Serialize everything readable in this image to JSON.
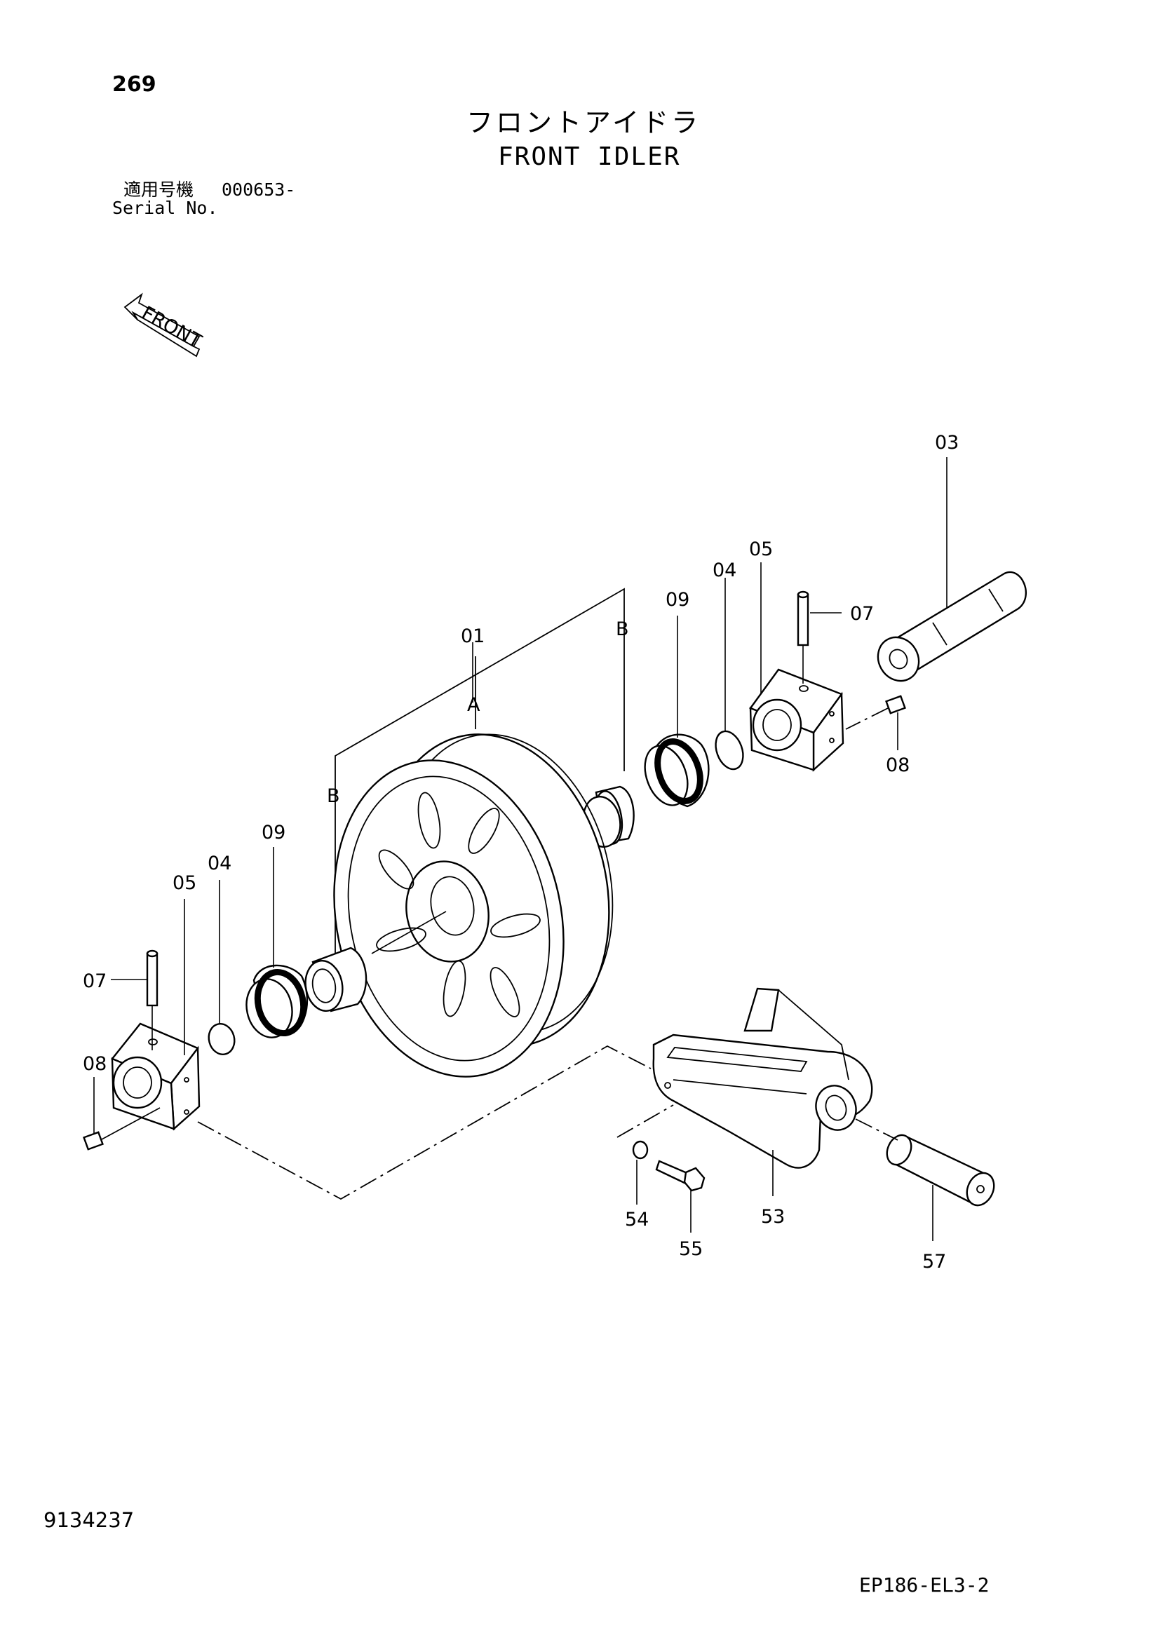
{
  "header": {
    "page_number": "269",
    "title_jp": "フロントアイドラ",
    "title_en": "FRONT IDLER",
    "serial_label_jp": "適用号機",
    "serial_value": "000653-",
    "serial_label_en": "Serial No."
  },
  "front_arrow": {
    "label": "FRONT"
  },
  "callouts": {
    "p03": "03",
    "p05_right": "05",
    "p04_right": "04",
    "p09_right": "09",
    "p07_right": "07",
    "p08_right": "08",
    "pB_right": "B",
    "p01": "01",
    "pA": "A",
    "pB_left": "B",
    "p09_left": "09",
    "p04_left": "04",
    "p05_left": "05",
    "p07_left": "07",
    "p08_left": "08",
    "p54": "54",
    "p55": "55",
    "p53": "53",
    "p57": "57"
  },
  "footer": {
    "drawing_number": "9134237",
    "figure_code": "EP186-EL3-2"
  }
}
